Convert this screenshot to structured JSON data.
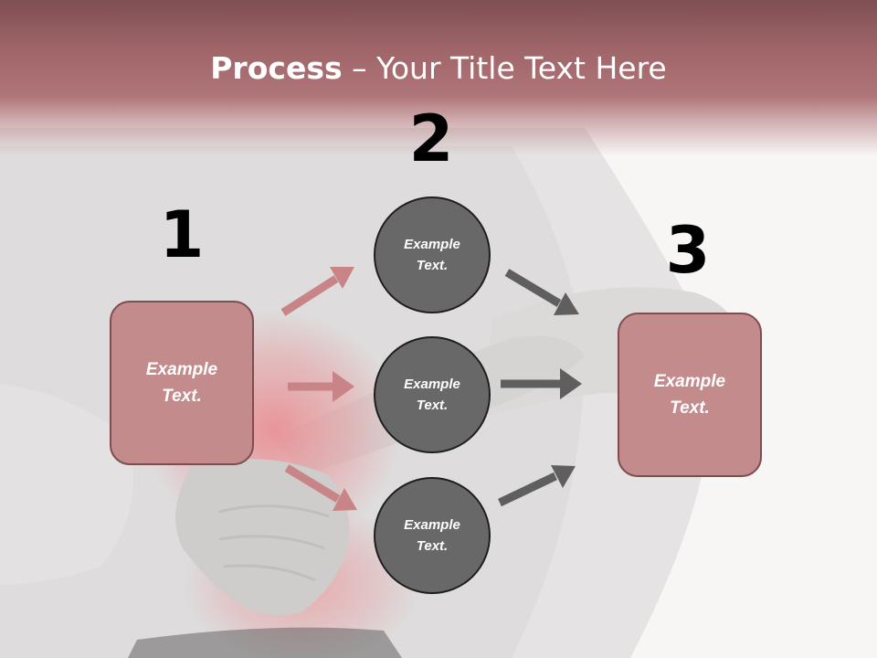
{
  "title": {
    "bold": "Process",
    "rest": " – Your Title Text Here"
  },
  "steps": [
    {
      "number": "1",
      "box_text": "Example Text."
    },
    {
      "number": "2",
      "circles": [
        "Example Text.",
        "Example Text.",
        "Example Text."
      ]
    },
    {
      "number": "3",
      "box_text": "Example Text."
    }
  ],
  "colors": {
    "header": "#a66a6e",
    "box_fill": "#c48b8d",
    "box_border": "#7d4d50",
    "circle_fill": "#686868",
    "arrow_left": "#c88486",
    "arrow_right": "#5f5f5f"
  }
}
